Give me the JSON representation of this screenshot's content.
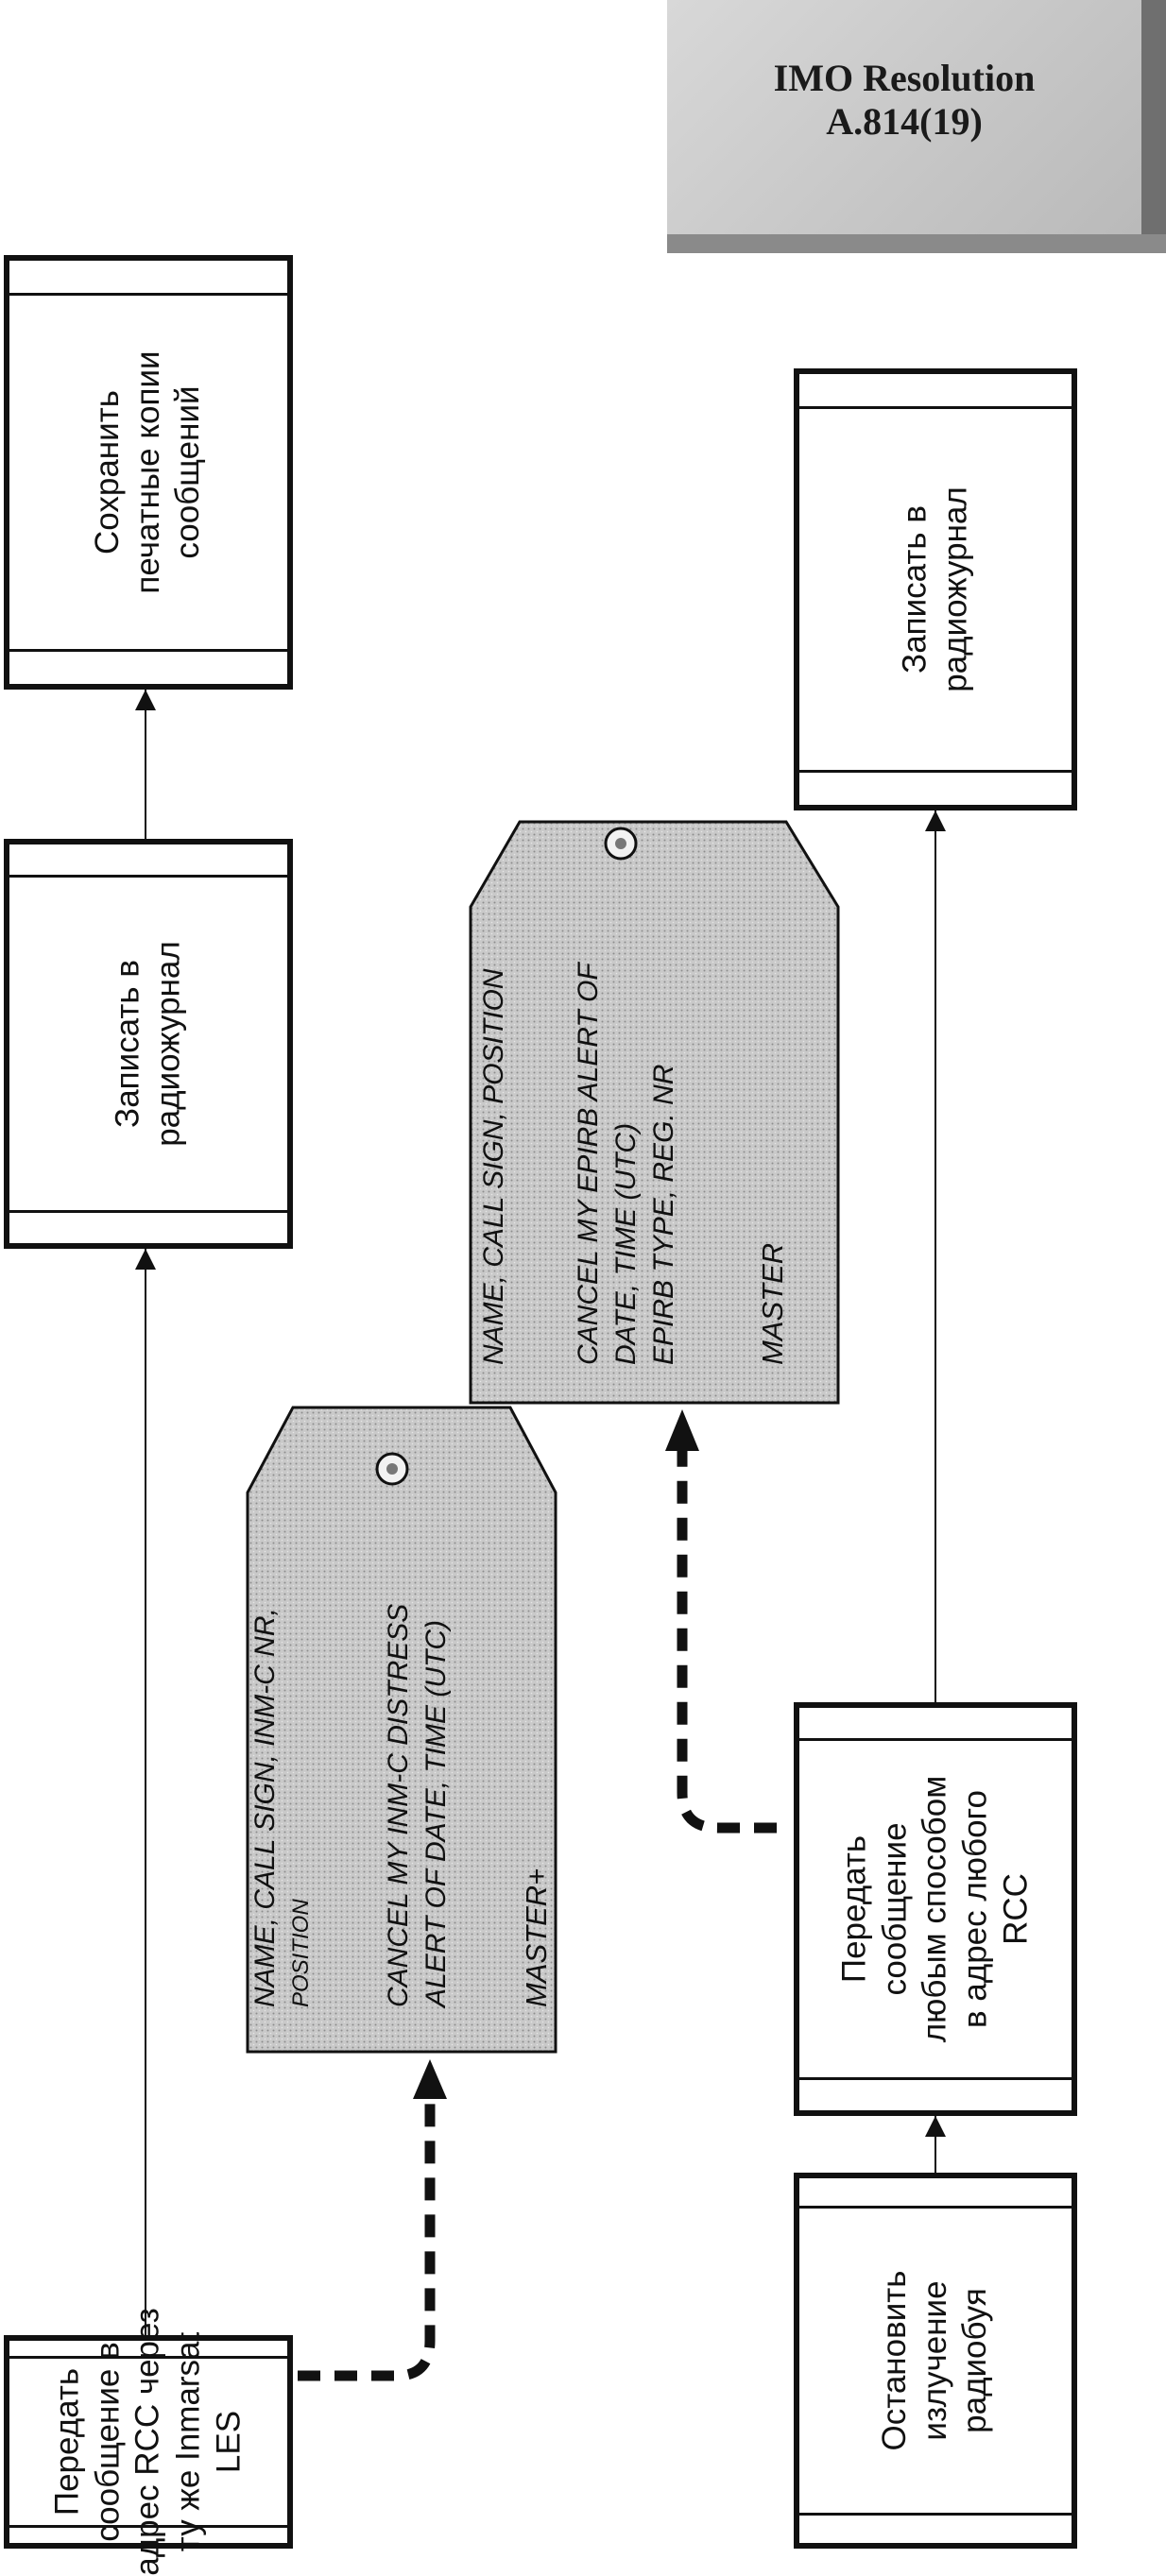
{
  "badge": {
    "line1": "IMO Resolution",
    "line2": "A.814(19)"
  },
  "boxes": {
    "transmit_inmarsat": [
      "Передать",
      "сообщение в",
      "адрес RCC через",
      "ту же  Inmarsat",
      "LES"
    ],
    "log_1": [
      "Записать в",
      "радиожурнал"
    ],
    "keep_copies": [
      "Сохранить",
      "печатные копии",
      "сообщений"
    ],
    "stop_beacon": [
      "Остановить",
      "излучение",
      "радиобуя"
    ],
    "transmit_any": [
      "Передать",
      "сообщение",
      "любым способом",
      "в адрес любого",
      "RCC"
    ],
    "log_2": [
      "Записать в",
      "радиожурнал"
    ]
  },
  "tag_inmc": {
    "line1a": "NAME,  CALL SIGN,   INM-C NR,",
    "line1b": "POSITION",
    "line2a": "CANCEL MY INM-C DISTRESS",
    "line2b": "ALERT OF DATE, TIME (UTC)",
    "line3": "MASTER+"
  },
  "tag_epirb": {
    "line1": "NAME,  CALL SIGN,    POSITION",
    "line2a": "CANCEL MY EPIRB  ALERT OF",
    "line2b": "DATE, TIME (UTC)",
    "line2c": "EPIRB TYPE, REG. NR",
    "line3": "MASTER"
  }
}
